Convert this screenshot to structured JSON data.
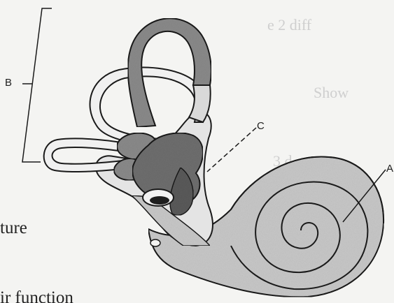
{
  "labels": {
    "a": "A",
    "b": "B",
    "c": "C"
  },
  "text_fragments": {
    "line1": "ture",
    "line2": "ir function"
  },
  "bleed_through": {
    "line1": "e 2 diff",
    "line2": "Show",
    "line3": "3 d"
  },
  "colors": {
    "background": "#f4f4f2",
    "outline": "#1a1a1a",
    "dark_fill": "#6e6e6e",
    "medium_fill": "#a6a6a6",
    "light_fill": "#c8c8c8"
  }
}
